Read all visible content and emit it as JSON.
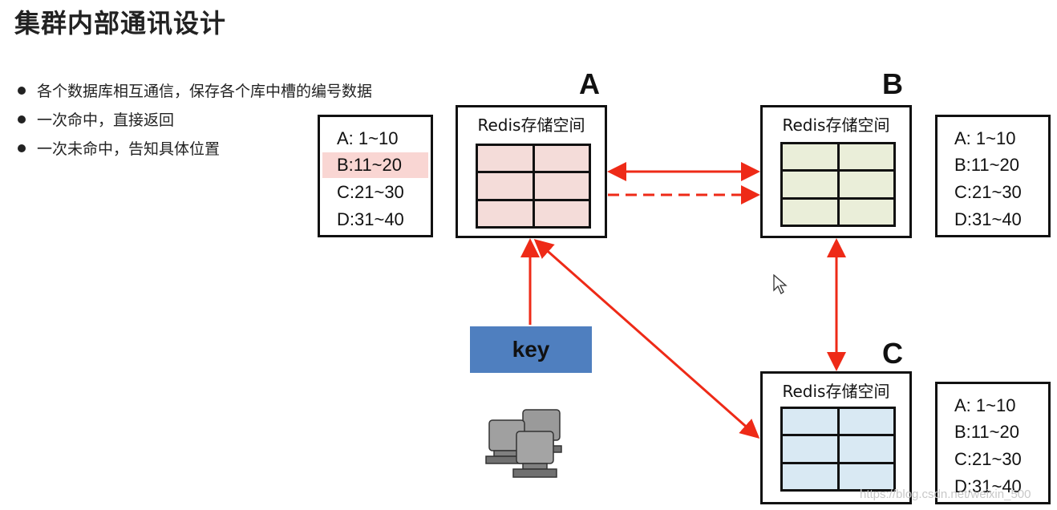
{
  "title": "集群内部通讯设计",
  "bullets": [
    "各个数据库相互通信，保存各个库中槽的编号数据",
    "一次命中，直接返回",
    "一次未命中，告知具体位置"
  ],
  "slot_table": [
    "A:  1~10",
    "B:11~20",
    "C:21~30",
    "D:31~40"
  ],
  "nodes": {
    "a": {
      "letter": "A",
      "label": "Redis存储空间",
      "cell_color": "#f4dcd9"
    },
    "b": {
      "letter": "B",
      "label": "Redis存储空间",
      "cell_color": "#eaeed9"
    },
    "c": {
      "letter": "C",
      "label": "Redis存储空间",
      "cell_color": "#d9e9f3"
    }
  },
  "key_label": "key",
  "watermark": "https://blog.csdn.net/weixin_500",
  "colors": {
    "arrow": "#ee2a17",
    "key_box": "#4f7fbf",
    "highlight_row": "#f9d6d3"
  }
}
